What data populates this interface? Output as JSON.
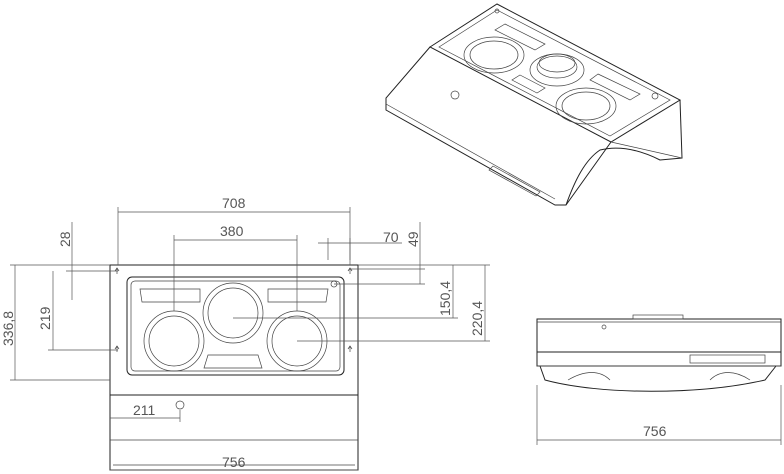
{
  "dimensions": {
    "front_width": "708",
    "burner_spacing": "380",
    "right_offset": "70",
    "height_28": "28",
    "burner_vertical": "219",
    "overall_depth": "336,8",
    "top_to_center": "49",
    "center_to_top": "150,4",
    "right_burner_y": "220,4",
    "knob_offset": "211",
    "overall_width": "756",
    "side_width": "756"
  }
}
